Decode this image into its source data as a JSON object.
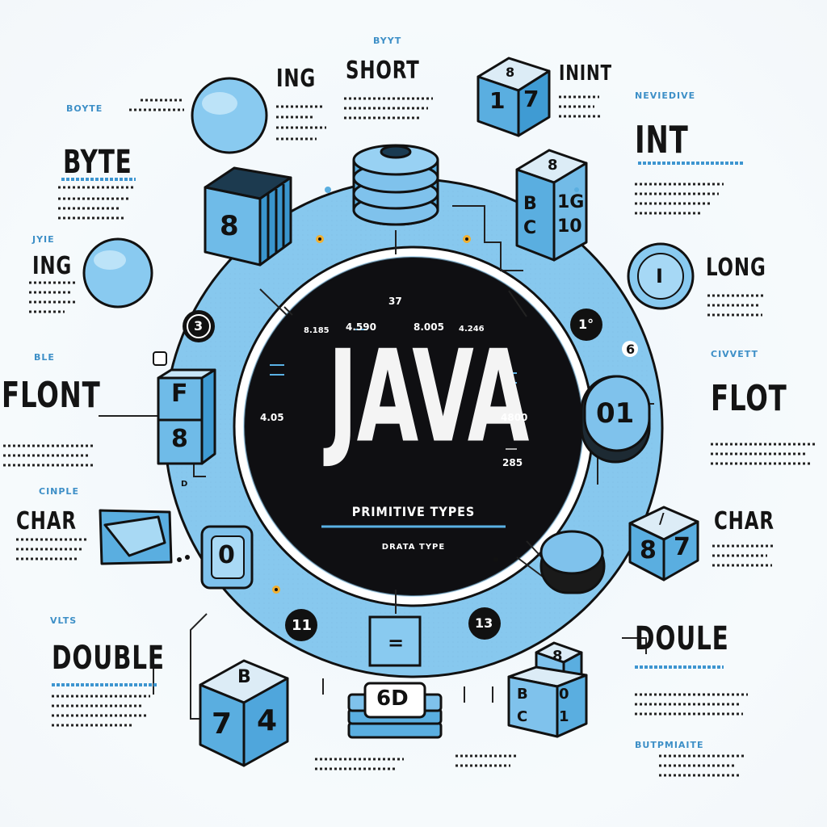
{
  "center": {
    "title": "JAVA",
    "subtitle": "PRIMITIVE TYPES",
    "caption": "DRATA TYPE",
    "numbers": {
      "top": "37",
      "row1": "8.185",
      "row2": "4.590",
      "row3": "8.005",
      "row4": "4.246",
      "left": "4.05",
      "right": "4800",
      "right2": "285"
    }
  },
  "labels": {
    "byte": "BYTE",
    "ing_top": "ING",
    "short": "SHORT",
    "inint": "ININT",
    "int": "INT",
    "ing_left": "ING",
    "long": "LONG",
    "flont": "FLONT",
    "flot": "FLOT",
    "char_left": "CHAR",
    "char_right": "CHAR",
    "double": "DOUBLE",
    "doule": "DOULE"
  },
  "small_labels": {
    "byt": "BYYT",
    "boyte": "BOYTE",
    "nevedive": "NEVIEDIVE",
    "jyie": "JYIE",
    "ble": "BLE",
    "civvett": "CIVVETT",
    "cinple": "CINPLE",
    "vlts": "VLTS",
    "butpmiaite": "BUTPMIAITE"
  },
  "objects": {
    "cube_short": {
      "top": "8",
      "left": "1",
      "right": "7"
    },
    "cube_int": {
      "top": "8",
      "left": "B C",
      "right": "1G 10"
    },
    "box_byte": {
      "front": "8"
    },
    "coin_long": "I",
    "pill_flot": "01",
    "cube_char": {
      "left": "8",
      "right": "7",
      "top": "/"
    },
    "cube_double": {
      "top": "B",
      "left": "7",
      "right": "4"
    },
    "cube_doule": {
      "top": "8",
      "left": "B C",
      "right": "0 1"
    },
    "block_flont": {
      "top": "F",
      "bottom": "8"
    },
    "tile_char": "0",
    "stack_bottom": "6D",
    "square_bottom": "=",
    "dot_left": "3",
    "dot_right": "1°",
    "dot_bl": "11",
    "dot_br": "13",
    "six": "6",
    "d_small": "D"
  }
}
